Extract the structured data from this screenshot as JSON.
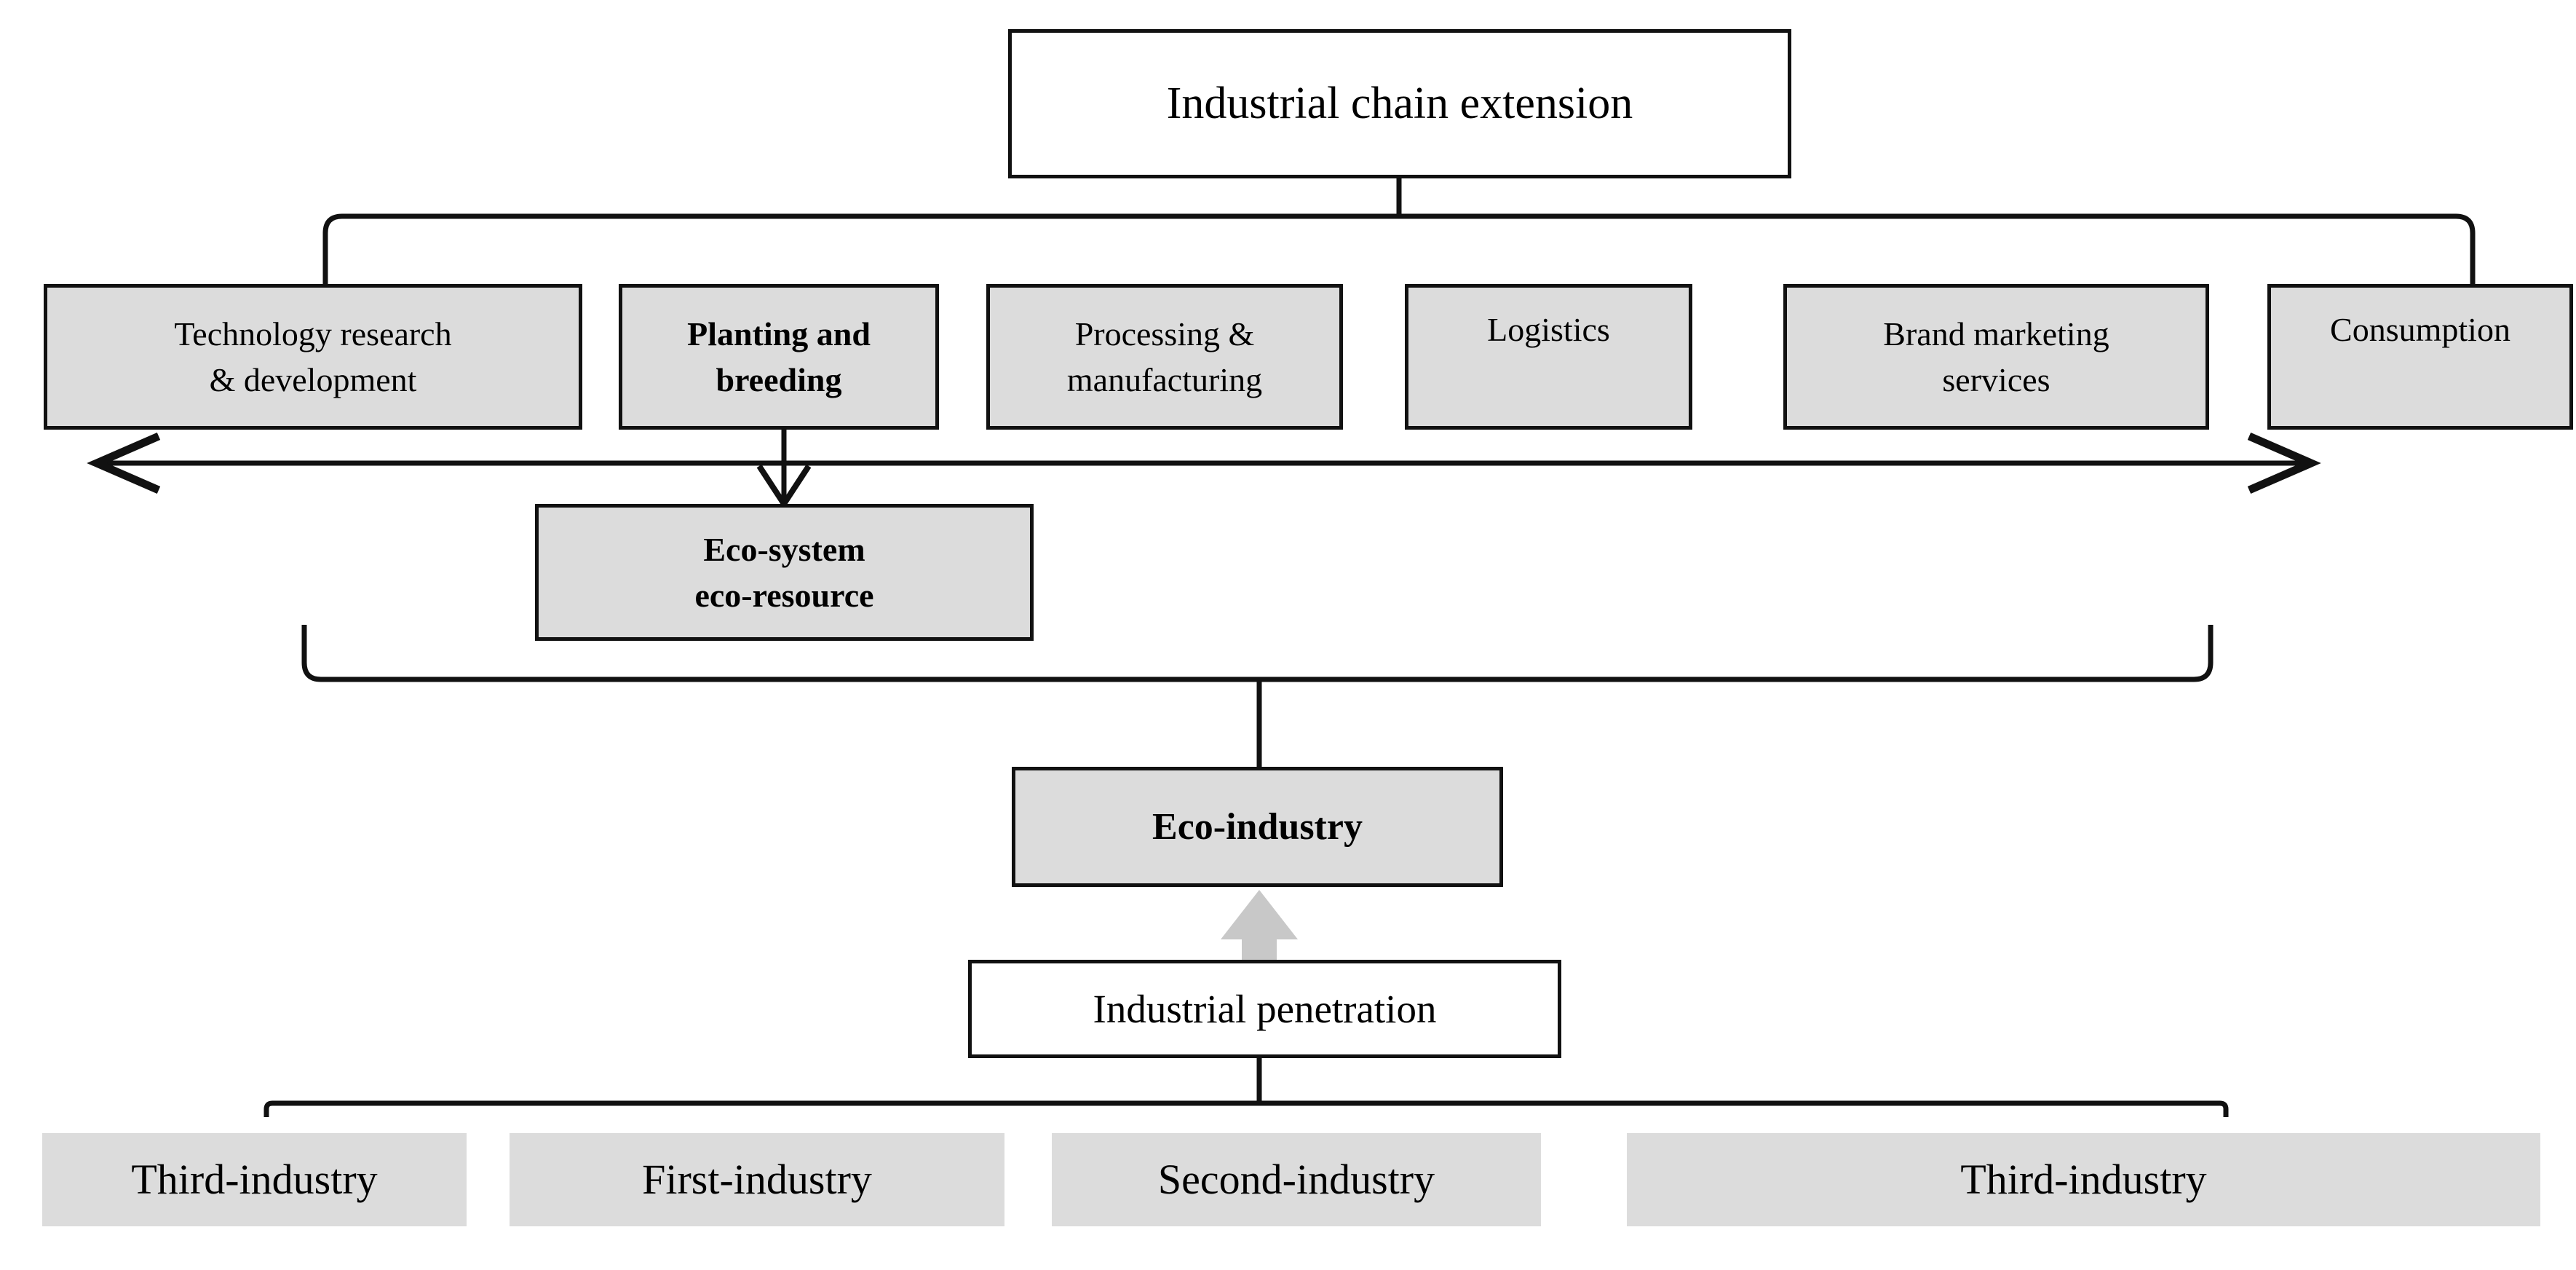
{
  "diagram": {
    "title_top": "Industrial chain extension",
    "title_mid": "Industrial penetration",
    "colors": {
      "box_fill": "#dcdcdc",
      "line": "#111111",
      "grey_arrow": "#c8c8c8",
      "text": "#000000",
      "background": "#ffffff"
    },
    "top_node": {
      "label": "Industrial chain extension",
      "style": "outline"
    },
    "chain_stages": [
      {
        "label": "Technology research\n& development",
        "bold": false,
        "style": "fill"
      },
      {
        "label": "Planting and\nbreeding",
        "bold": true,
        "style": "fill"
      },
      {
        "label": "Processing &\nmanufacturing",
        "bold": false,
        "style": "fill"
      },
      {
        "label": "Logistics",
        "bold": false,
        "style": "fill"
      },
      {
        "label": "Brand marketing\nservices",
        "bold": false,
        "style": "fill"
      },
      {
        "label": "Consumption",
        "bold": false,
        "style": "fill"
      }
    ],
    "eco_system_node": {
      "label": "Eco-system\neco-resource",
      "bold": true,
      "style": "fill"
    },
    "eco_industry_node": {
      "label": "Eco-industry",
      "bold": true,
      "style": "fill"
    },
    "penetration_node": {
      "label": "Industrial penetration",
      "style": "outline"
    },
    "industries": [
      {
        "label": "Third-industry",
        "style": "plain"
      },
      {
        "label": "First-industry",
        "style": "plain"
      },
      {
        "label": "Second-industry",
        "style": "plain"
      },
      {
        "label": "Third-industry",
        "style": "plain"
      }
    ],
    "connectors": [
      {
        "name": "top-stem",
        "kind": "line"
      },
      {
        "name": "chain-bracket",
        "kind": "bracket-down"
      },
      {
        "name": "planting-to-ecosystem-arrow",
        "kind": "arrow-down"
      },
      {
        "name": "bidirectional-chain-axis",
        "kind": "double-arrow-horizontal"
      },
      {
        "name": "ecosystem-bracket",
        "kind": "bracket-up"
      },
      {
        "name": "ecoindustry-stem",
        "kind": "line"
      },
      {
        "name": "penetration-stem",
        "kind": "line"
      },
      {
        "name": "industries-bracket",
        "kind": "bracket-down"
      },
      {
        "name": "penetration-to-ecoindustry-arrow",
        "kind": "arrow-up-grey"
      }
    ]
  }
}
